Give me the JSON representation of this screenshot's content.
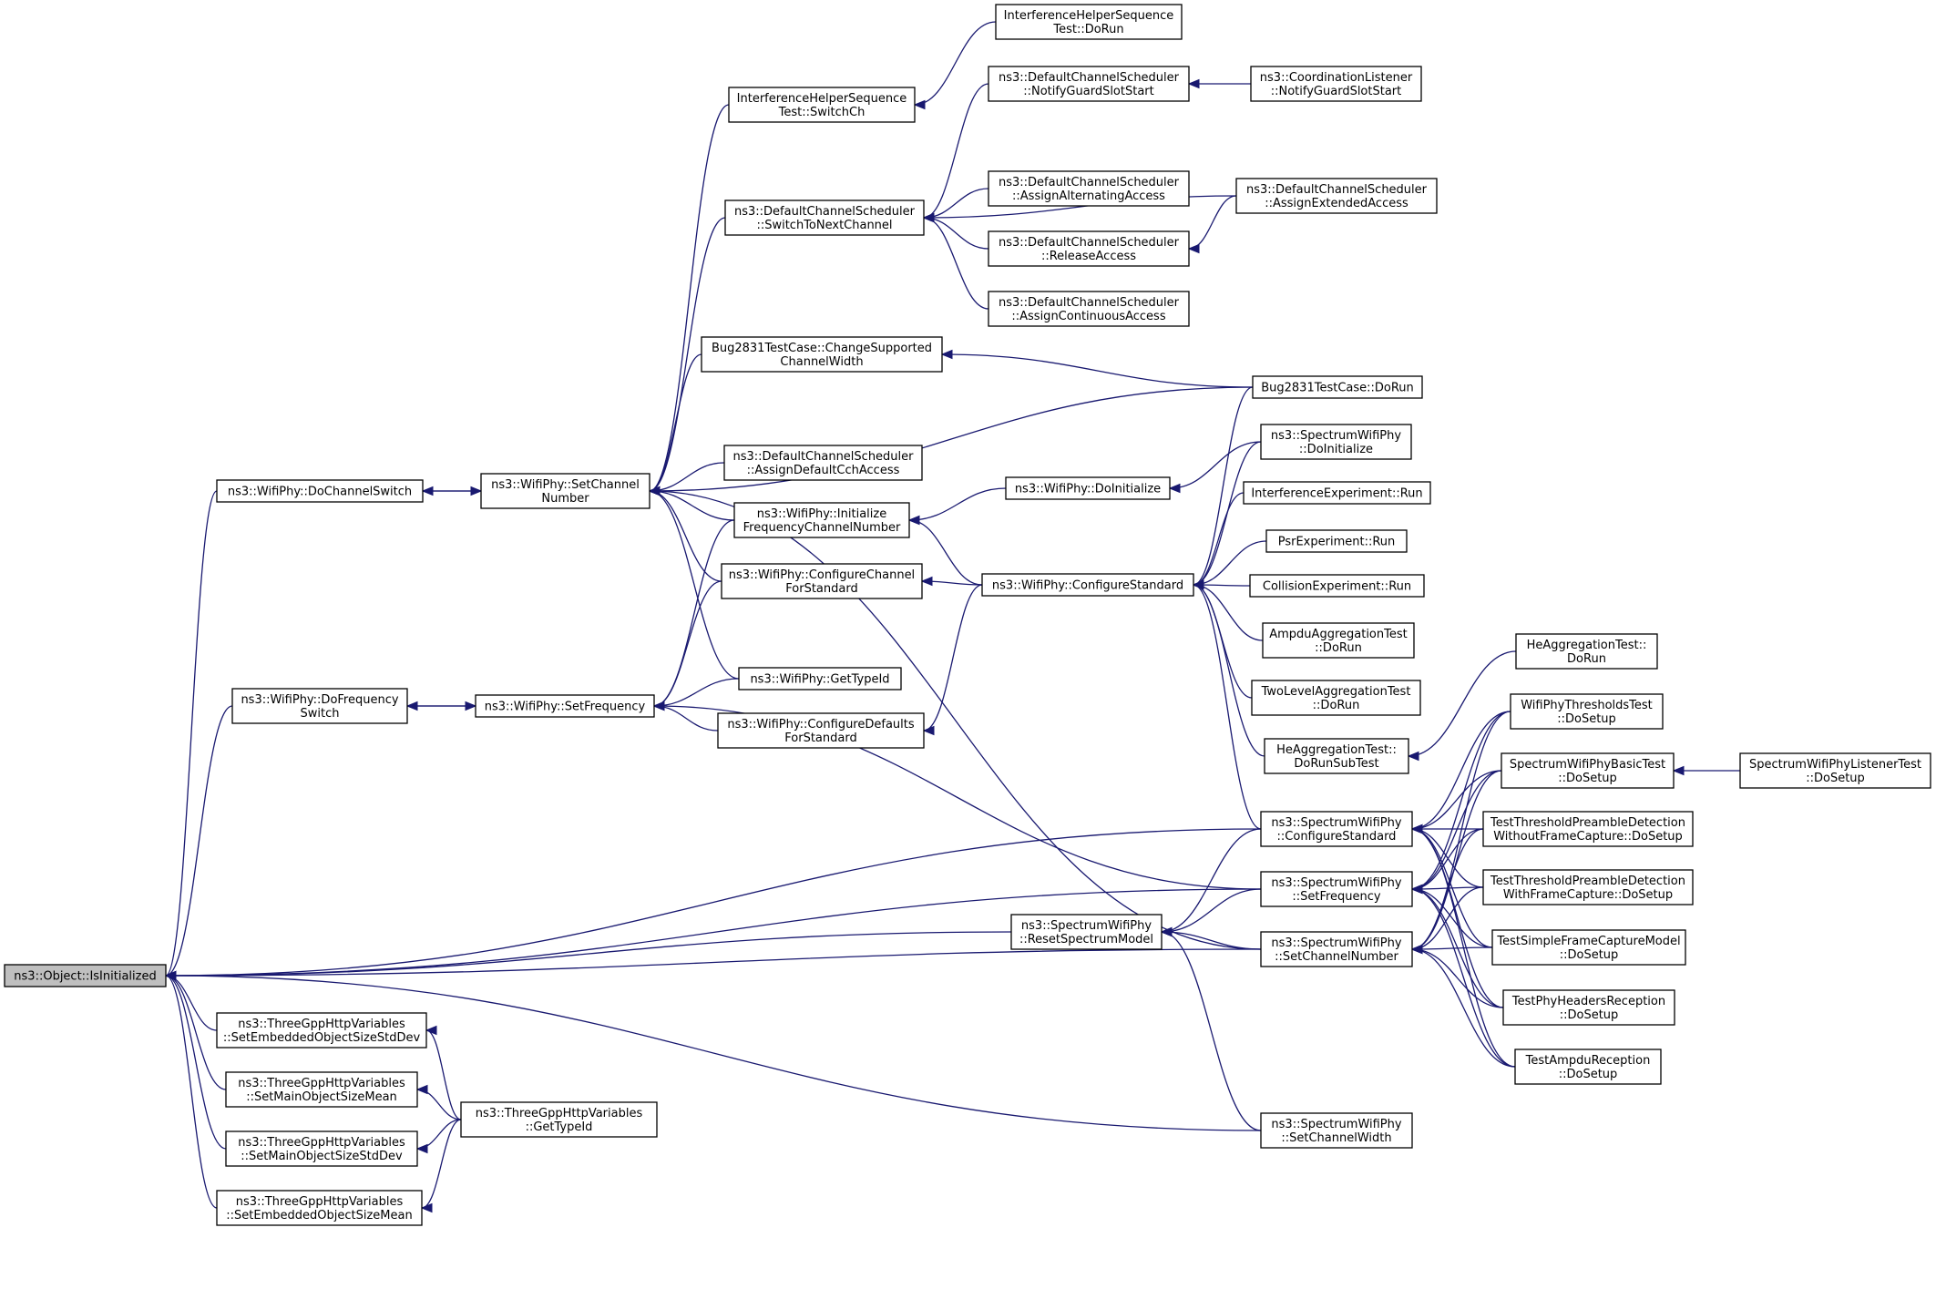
{
  "colors": {
    "edge": "#191970",
    "root_fill": "#bfbfbf",
    "node_fill": "#ffffff",
    "node_border": "#000000"
  },
  "nodes": [
    {
      "id": "n00",
      "lines": [
        "ns3::Object::IsInitialized"
      ],
      "root": true
    },
    {
      "id": "n01",
      "lines": [
        "ns3::WifiPhy::DoChannelSwitch"
      ]
    },
    {
      "id": "n02",
      "lines": [
        "ns3::WifiPhy::DoFrequency",
        "Switch"
      ]
    },
    {
      "id": "n03",
      "lines": [
        "ns3::ThreeGppHttpVariables",
        "::SetEmbeddedObjectSizeStdDev"
      ]
    },
    {
      "id": "n04",
      "lines": [
        "ns3::ThreeGppHttpVariables",
        "::SetMainObjectSizeMean"
      ]
    },
    {
      "id": "n05",
      "lines": [
        "ns3::ThreeGppHttpVariables",
        "::SetMainObjectSizeStdDev"
      ]
    },
    {
      "id": "n06",
      "lines": [
        "ns3::ThreeGppHttpVariables",
        "::SetEmbeddedObjectSizeMean"
      ]
    },
    {
      "id": "n07",
      "lines": [
        "ns3::WifiPhy::SetChannel",
        "Number"
      ]
    },
    {
      "id": "n08",
      "lines": [
        "ns3::WifiPhy::SetFrequency"
      ]
    },
    {
      "id": "n09",
      "lines": [
        "ns3::ThreeGppHttpVariables",
        "::GetTypeId"
      ]
    },
    {
      "id": "n10",
      "lines": [
        "InterferenceHelperSequence",
        "Test::SwitchCh"
      ]
    },
    {
      "id": "n11",
      "lines": [
        "ns3::DefaultChannelScheduler",
        "::SwitchToNextChannel"
      ]
    },
    {
      "id": "n12",
      "lines": [
        "Bug2831TestCase::ChangeSupported",
        "ChannelWidth"
      ]
    },
    {
      "id": "n13",
      "lines": [
        "ns3::DefaultChannelScheduler",
        "::AssignDefaultCchAccess"
      ]
    },
    {
      "id": "n14",
      "lines": [
        "ns3::WifiPhy::Initialize",
        "FrequencyChannelNumber"
      ]
    },
    {
      "id": "n15",
      "lines": [
        "ns3::WifiPhy::ConfigureChannel",
        "ForStandard"
      ]
    },
    {
      "id": "n16",
      "lines": [
        "ns3::WifiPhy::GetTypeId"
      ]
    },
    {
      "id": "n17",
      "lines": [
        "ns3::WifiPhy::ConfigureDefaults",
        "ForStandard"
      ]
    },
    {
      "id": "n18",
      "lines": [
        "ns3::SpectrumWifiPhy",
        "::ResetSpectrumModel"
      ]
    },
    {
      "id": "n19",
      "lines": [
        "InterferenceHelperSequence",
        "Test::DoRun"
      ]
    },
    {
      "id": "n20",
      "lines": [
        "ns3::DefaultChannelScheduler",
        "::NotifyGuardSlotStart"
      ]
    },
    {
      "id": "n21",
      "lines": [
        "ns3::DefaultChannelScheduler",
        "::AssignAlternatingAccess"
      ]
    },
    {
      "id": "n22",
      "lines": [
        "ns3::DefaultChannelScheduler",
        "::ReleaseAccess"
      ]
    },
    {
      "id": "n23",
      "lines": [
        "ns3::DefaultChannelScheduler",
        "::AssignContinuousAccess"
      ]
    },
    {
      "id": "n24",
      "lines": [
        "ns3::WifiPhy::DoInitialize"
      ]
    },
    {
      "id": "n25",
      "lines": [
        "ns3::WifiPhy::ConfigureStandard"
      ]
    },
    {
      "id": "n26",
      "lines": [
        "ns3::CoordinationListener",
        "::NotifyGuardSlotStart"
      ]
    },
    {
      "id": "n27",
      "lines": [
        "ns3::DefaultChannelScheduler",
        "::AssignExtendedAccess"
      ]
    },
    {
      "id": "n28",
      "lines": [
        "Bug2831TestCase::DoRun"
      ]
    },
    {
      "id": "n29",
      "lines": [
        "ns3::SpectrumWifiPhy",
        "::DoInitialize"
      ]
    },
    {
      "id": "n30",
      "lines": [
        "InterferenceExperiment::Run"
      ]
    },
    {
      "id": "n31",
      "lines": [
        "PsrExperiment::Run"
      ]
    },
    {
      "id": "n32",
      "lines": [
        "CollisionExperiment::Run"
      ]
    },
    {
      "id": "n33",
      "lines": [
        "AmpduAggregationTest",
        "::DoRun"
      ]
    },
    {
      "id": "n34",
      "lines": [
        "TwoLevelAggregationTest",
        "::DoRun"
      ]
    },
    {
      "id": "n35",
      "lines": [
        "HeAggregationTest::",
        "DoRunSubTest"
      ]
    },
    {
      "id": "n36",
      "lines": [
        "ns3::SpectrumWifiPhy",
        "::ConfigureStandard"
      ]
    },
    {
      "id": "n37",
      "lines": [
        "ns3::SpectrumWifiPhy",
        "::SetFrequency"
      ]
    },
    {
      "id": "n38",
      "lines": [
        "ns3::SpectrumWifiPhy",
        "::SetChannelNumber"
      ]
    },
    {
      "id": "n39",
      "lines": [
        "ns3::SpectrumWifiPhy",
        "::SetChannelWidth"
      ]
    },
    {
      "id": "n40",
      "lines": [
        "HeAggregationTest::",
        "DoRun"
      ]
    },
    {
      "id": "n41",
      "lines": [
        "WifiPhyThresholdsTest",
        "::DoSetup"
      ]
    },
    {
      "id": "n42",
      "lines": [
        "SpectrumWifiPhyBasicTest",
        "::DoSetup"
      ]
    },
    {
      "id": "n43",
      "lines": [
        "TestThresholdPreambleDetection",
        "WithoutFrameCapture::DoSetup"
      ]
    },
    {
      "id": "n44",
      "lines": [
        "TestThresholdPreambleDetection",
        "WithFrameCapture::DoSetup"
      ]
    },
    {
      "id": "n45",
      "lines": [
        "TestSimpleFrameCaptureModel",
        "::DoSetup"
      ]
    },
    {
      "id": "n46",
      "lines": [
        "TestPhyHeadersReception",
        "::DoSetup"
      ]
    },
    {
      "id": "n47",
      "lines": [
        "TestAmpduReception",
        "::DoSetup"
      ]
    },
    {
      "id": "n48",
      "lines": [
        "SpectrumWifiPhyListenerTest",
        "::DoSetup"
      ]
    }
  ],
  "edges": [
    [
      "n00",
      "n01"
    ],
    [
      "n00",
      "n02"
    ],
    [
      "n00",
      "n03"
    ],
    [
      "n00",
      "n04"
    ],
    [
      "n00",
      "n05"
    ],
    [
      "n00",
      "n06"
    ],
    [
      "n00",
      "n18"
    ],
    [
      "n00",
      "n36"
    ],
    [
      "n00",
      "n37"
    ],
    [
      "n00",
      "n38"
    ],
    [
      "n00",
      "n39"
    ],
    [
      "n01",
      "n07"
    ],
    [
      "n07",
      "n01"
    ],
    [
      "n02",
      "n08"
    ],
    [
      "n08",
      "n02"
    ],
    [
      "n03",
      "n09"
    ],
    [
      "n04",
      "n09"
    ],
    [
      "n05",
      "n09"
    ],
    [
      "n06",
      "n09"
    ],
    [
      "n07",
      "n10"
    ],
    [
      "n07",
      "n11"
    ],
    [
      "n07",
      "n12"
    ],
    [
      "n07",
      "n13"
    ],
    [
      "n07",
      "n14"
    ],
    [
      "n07",
      "n15"
    ],
    [
      "n07",
      "n16"
    ],
    [
      "n07",
      "n28"
    ],
    [
      "n07",
      "n38"
    ],
    [
      "n08",
      "n14"
    ],
    [
      "n08",
      "n15"
    ],
    [
      "n08",
      "n16"
    ],
    [
      "n08",
      "n17"
    ],
    [
      "n08",
      "n37"
    ],
    [
      "n10",
      "n19"
    ],
    [
      "n11",
      "n20"
    ],
    [
      "n11",
      "n21"
    ],
    [
      "n11",
      "n22"
    ],
    [
      "n11",
      "n23"
    ],
    [
      "n11",
      "n27"
    ],
    [
      "n12",
      "n28"
    ],
    [
      "n14",
      "n24"
    ],
    [
      "n14",
      "n25"
    ],
    [
      "n15",
      "n25"
    ],
    [
      "n17",
      "n25"
    ],
    [
      "n18",
      "n36"
    ],
    [
      "n18",
      "n37"
    ],
    [
      "n18",
      "n38"
    ],
    [
      "n18",
      "n39"
    ],
    [
      "n20",
      "n26"
    ],
    [
      "n22",
      "n27"
    ],
    [
      "n24",
      "n29"
    ],
    [
      "n25",
      "n28"
    ],
    [
      "n25",
      "n29"
    ],
    [
      "n25",
      "n30"
    ],
    [
      "n25",
      "n31"
    ],
    [
      "n25",
      "n32"
    ],
    [
      "n25",
      "n33"
    ],
    [
      "n25",
      "n34"
    ],
    [
      "n25",
      "n35"
    ],
    [
      "n25",
      "n36"
    ],
    [
      "n35",
      "n40"
    ],
    [
      "n36",
      "n41"
    ],
    [
      "n36",
      "n42"
    ],
    [
      "n36",
      "n43"
    ],
    [
      "n36",
      "n44"
    ],
    [
      "n36",
      "n45"
    ],
    [
      "n36",
      "n46"
    ],
    [
      "n36",
      "n47"
    ],
    [
      "n37",
      "n41"
    ],
    [
      "n37",
      "n42"
    ],
    [
      "n37",
      "n43"
    ],
    [
      "n37",
      "n44"
    ],
    [
      "n37",
      "n45"
    ],
    [
      "n37",
      "n46"
    ],
    [
      "n37",
      "n47"
    ],
    [
      "n38",
      "n41"
    ],
    [
      "n38",
      "n42"
    ],
    [
      "n38",
      "n43"
    ],
    [
      "n38",
      "n44"
    ],
    [
      "n38",
      "n45"
    ],
    [
      "n38",
      "n46"
    ],
    [
      "n38",
      "n47"
    ],
    [
      "n42",
      "n48"
    ]
  ]
}
